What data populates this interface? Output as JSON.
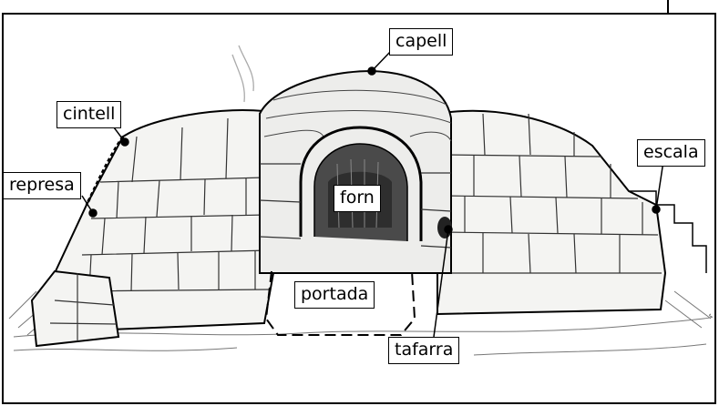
{
  "labels": {
    "capell": "capell",
    "cintell": "cintell",
    "represa": "represa",
    "escala": "escala",
    "forn": "forn",
    "portada": "portada",
    "tafarra": "tafarra"
  },
  "colors": {
    "ink": "#000000",
    "stone_fill": "#f4f4f2",
    "shadow": "#3a3a3a",
    "background": "#ffffff"
  }
}
